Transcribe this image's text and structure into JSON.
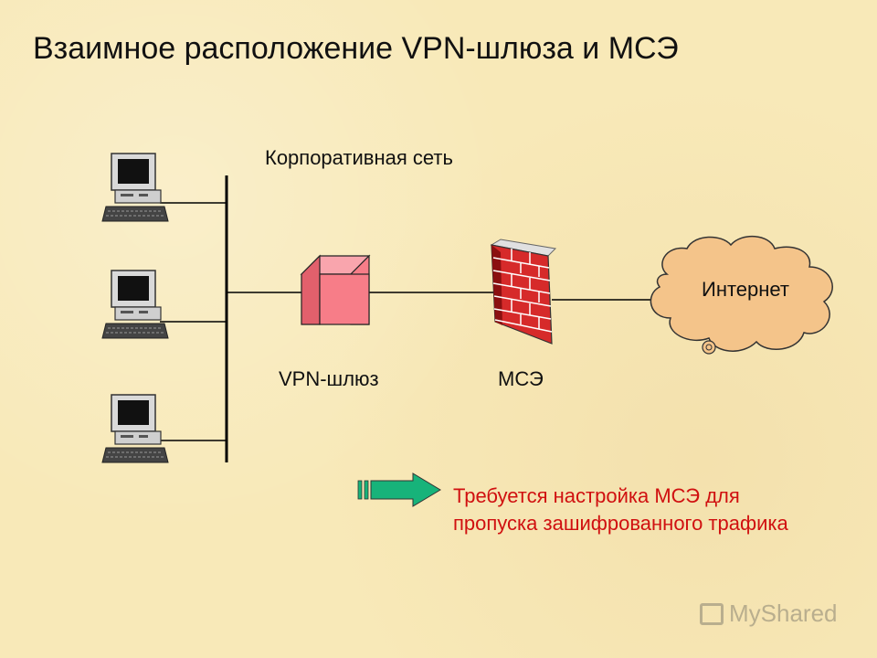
{
  "title": "Взаимное расположение VPN-шлюза и МСЭ",
  "labels": {
    "network": "Корпоративная сеть",
    "vpn_gateway": "VPN-шлюз",
    "firewall": "МСЭ",
    "internet": "Интернет"
  },
  "note": {
    "line1": "Требуется настройка МСЭ для",
    "line2": "пропуска зашифрованного трафика"
  },
  "watermark": "MyShared",
  "colors": {
    "background": "#f8e9b8",
    "note_text": "#d01010",
    "vpn_box": "#f77d88",
    "brick": "#d62a2a",
    "cloud": "#f4c48a",
    "arrow": "#17b37a"
  }
}
